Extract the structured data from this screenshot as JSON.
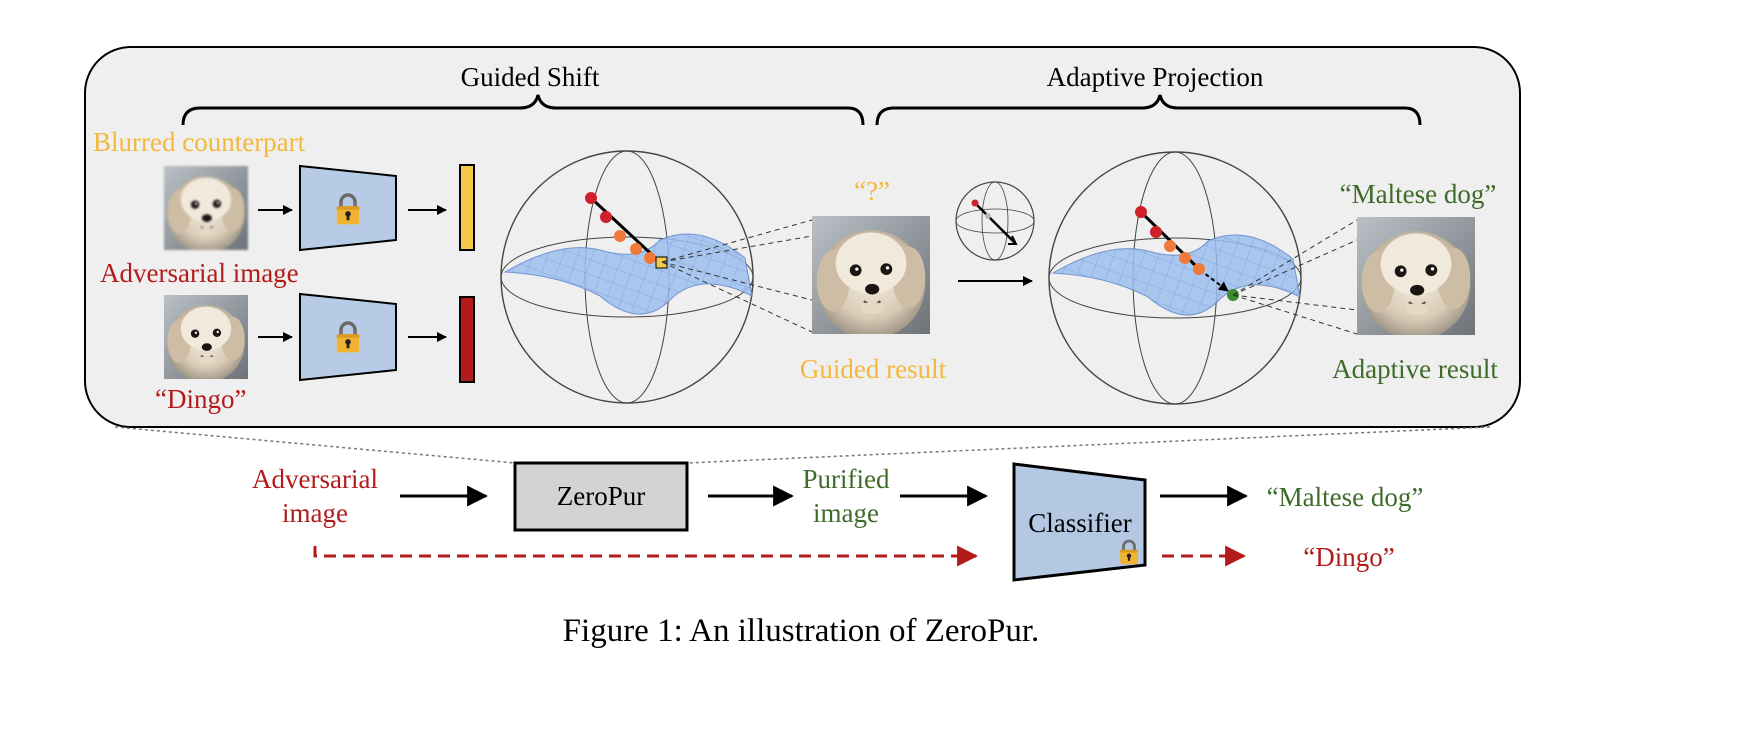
{
  "colors": {
    "yellow": "#f4b83a",
    "red": "#b31b1b",
    "green": "#3f6b2a",
    "panel_bg": "#efefef",
    "encoder_fill": "#b8cbe6",
    "manifold": "#9dbff0",
    "zeropur_fill": "#d3d3d3",
    "classifier_fill": "#b4c8e4",
    "orange_dot": "#f07a3a",
    "red_dot": "#d0202a",
    "green_dot": "#3e8a2e"
  },
  "panel": {
    "guided_shift_title": "Guided Shift",
    "adaptive_projection_title": "Adaptive Projection",
    "blurred_counterpart_label": "Blurred counterpart",
    "adversarial_image_label": "Adversarial image",
    "dingo_label": "“Dingo”",
    "question_label": "“?”",
    "guided_result_label": "Guided result",
    "maltese_label": "“Maltese dog”",
    "adaptive_result_label": "Adaptive result"
  },
  "pipeline": {
    "input_label_line1": "Adversarial",
    "input_label_line2": "image",
    "zeropur_label": "ZeroPur",
    "purified_label_line1": "Purified",
    "purified_label_line2": "image",
    "classifier_label": "Classifier",
    "output_correct": "“Maltese dog”",
    "output_wrong": "“Dingo”"
  },
  "caption": "Figure 1: An illustration of ZeroPur.",
  "icons": {
    "lock": "lock-icon",
    "dog_photo": "dog-photo"
  }
}
